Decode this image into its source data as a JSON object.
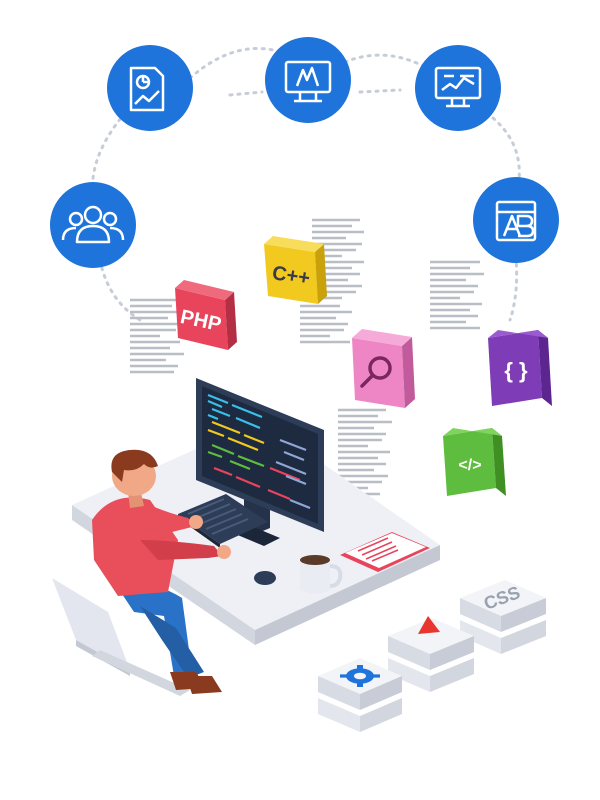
{
  "cubes": {
    "php": "PHP",
    "cpp": "C++",
    "css": "CSS",
    "code_tag": "</>",
    "braces": "{ }"
  },
  "colors": {
    "circle_blue": "#1E74DA",
    "php_red": "#E8455C",
    "cpp_yellow": "#F2C91E",
    "search_pink": "#EE86C5",
    "braces_purple": "#7E3CB6",
    "code_green": "#5EBD3E",
    "desk": "#EEF0F5",
    "monitor": "#2D3C57",
    "shirt": "#E84F5A",
    "pants": "#2A72C7"
  },
  "icons": [
    "analytics-report-icon",
    "web-design-icon",
    "data-monitor-icon",
    "team-icon",
    "ab-testing-icon",
    "search-icon",
    "settings-icon",
    "play-icon"
  ]
}
